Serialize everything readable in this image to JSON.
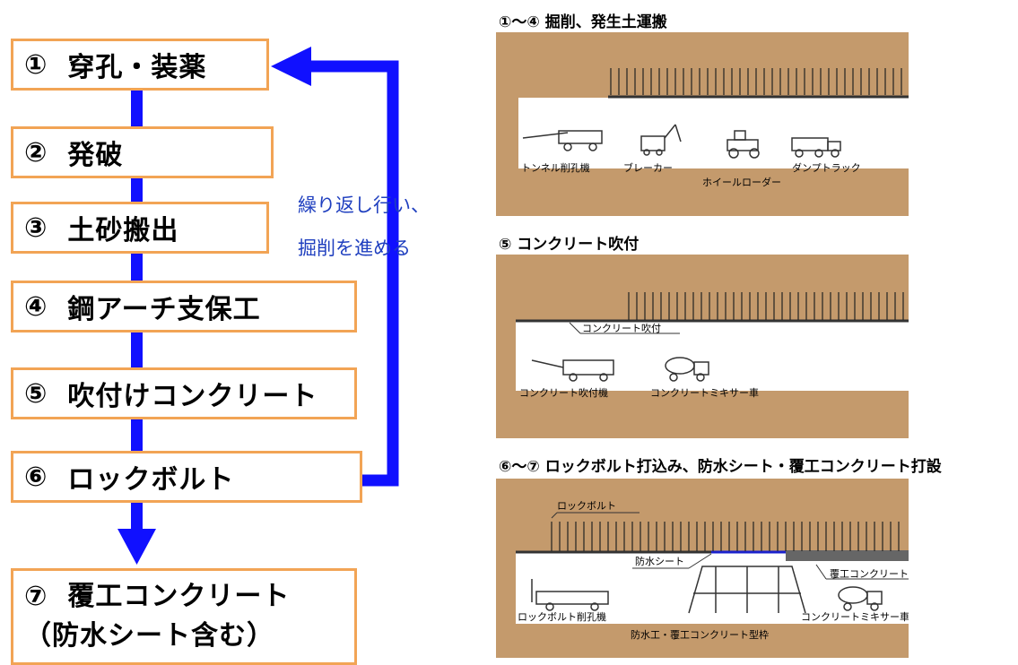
{
  "flow": {
    "steps": [
      {
        "num": "①",
        "label": "穿孔・装薬"
      },
      {
        "num": "②",
        "label": "発破"
      },
      {
        "num": "③",
        "label": "土砂搬出"
      },
      {
        "num": "④",
        "label": "鋼アーチ支保工"
      },
      {
        "num": "⑤",
        "label": "吹付けコンクリート"
      },
      {
        "num": "⑥",
        "label": "ロックボルト"
      },
      {
        "num": "⑦",
        "label": "覆工コンクリート",
        "label2": "（防水シート含む）"
      }
    ],
    "repeat_note_line1": "繰り返し行い、",
    "repeat_note_line2": "掘削を進める"
  },
  "panels": {
    "p1": {
      "title": "①～④  掘削、発生土運搬",
      "labels": {
        "drill": "トンネル削孔機",
        "breaker": "ブレーカー",
        "loader": "ホイールローダー",
        "dump": "ダンプトラック"
      }
    },
    "p2": {
      "title": "⑤  コンクリート吹付",
      "labels": {
        "shotcrete": "コンクリート吹付",
        "sprayer": "コンクリート吹付機",
        "mixer": "コンクリートミキサー車"
      }
    },
    "p3": {
      "title": "⑥～⑦  ロックボルト打込み、防水シート・覆工コンクリート打設",
      "labels": {
        "rockbolt": "ロックボルト",
        "sheet": "防水シート",
        "lining": "覆工コンクリート",
        "rb_drill": "ロックボルト削孔機",
        "mixer": "コンクリートミキサー車",
        "formwork": "防水工・覆工コンクリート型枠"
      }
    }
  },
  "colors": {
    "box_border": "#f2a455",
    "arrow": "#1010ff",
    "ground": "#c49a6c",
    "note": "#1f3fbf",
    "sheet": "#1a22cc"
  }
}
